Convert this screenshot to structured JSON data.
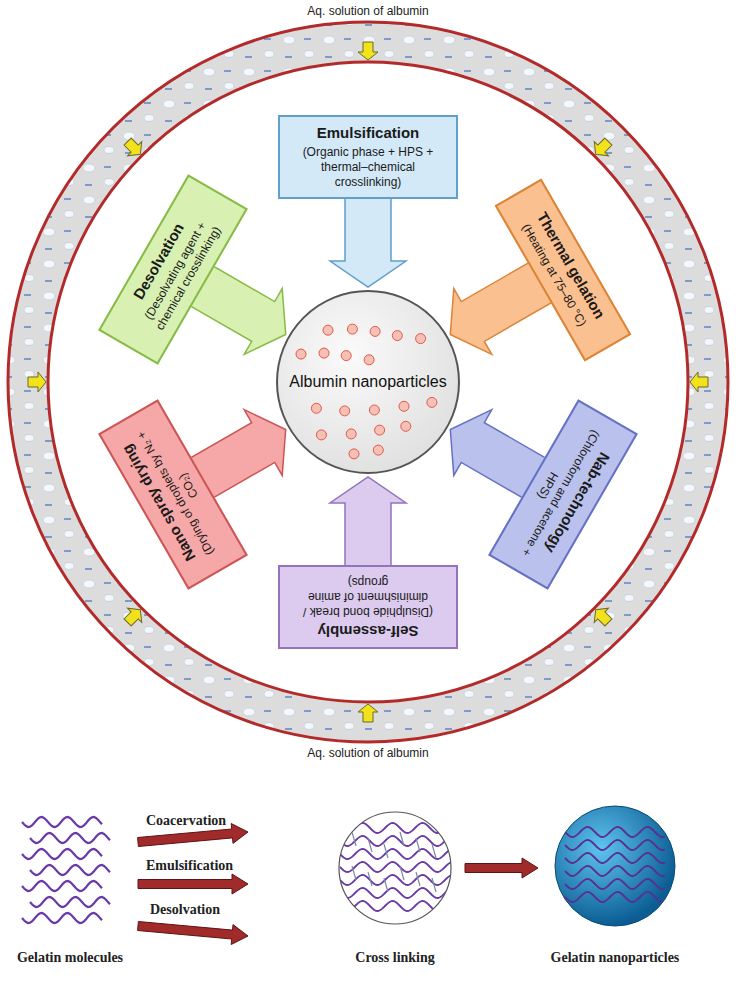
{
  "diagram": {
    "nodes": [
      {
        "text": [
          "Albumin nanoparticles"
        ]
      },
      {
        "text": [
          "Emulsification",
          "(Organic phase + HPS + thermal–chemical crosslinking)"
        ]
      },
      {
        "text": [
          "Thermal gelation",
          "(Heating at 75–80 °C)"
        ]
      },
      {
        "text": [
          "Nab-technology",
          "(Chloroform and acetone + HPS)"
        ]
      },
      {
        "text": [
          "Self-assembly",
          "(Disulphide bond break / diminishment of amine groups)"
        ]
      },
      {
        "text": [
          "Nano spray drying",
          "(Drying of droplets by N₂ + CO₂)"
        ]
      },
      {
        "text": [
          "Desolvation",
          "(Desolvating agent + chemical crosslinking)"
        ]
      }
    ],
    "edges": [
      {
        "from": 1,
        "to": 0,
        "arrow": "to"
      },
      {
        "from": 2,
        "to": 0,
        "arrow": "to"
      },
      {
        "from": 3,
        "to": 0,
        "arrow": "to"
      },
      {
        "from": 4,
        "to": 0,
        "arrow": "to"
      },
      {
        "from": 5,
        "to": 0,
        "arrow": "to"
      },
      {
        "from": 6,
        "to": 0,
        "arrow": "to"
      }
    ],
    "labels": [
      "Aq. solution of albumin",
      "Aq. solution of albumin",
      "Coacervation",
      "Emulsification",
      "Desolvation",
      "Gelatin molecules",
      "Cross linking",
      "Gelatin nanoparticles"
    ]
  }
}
